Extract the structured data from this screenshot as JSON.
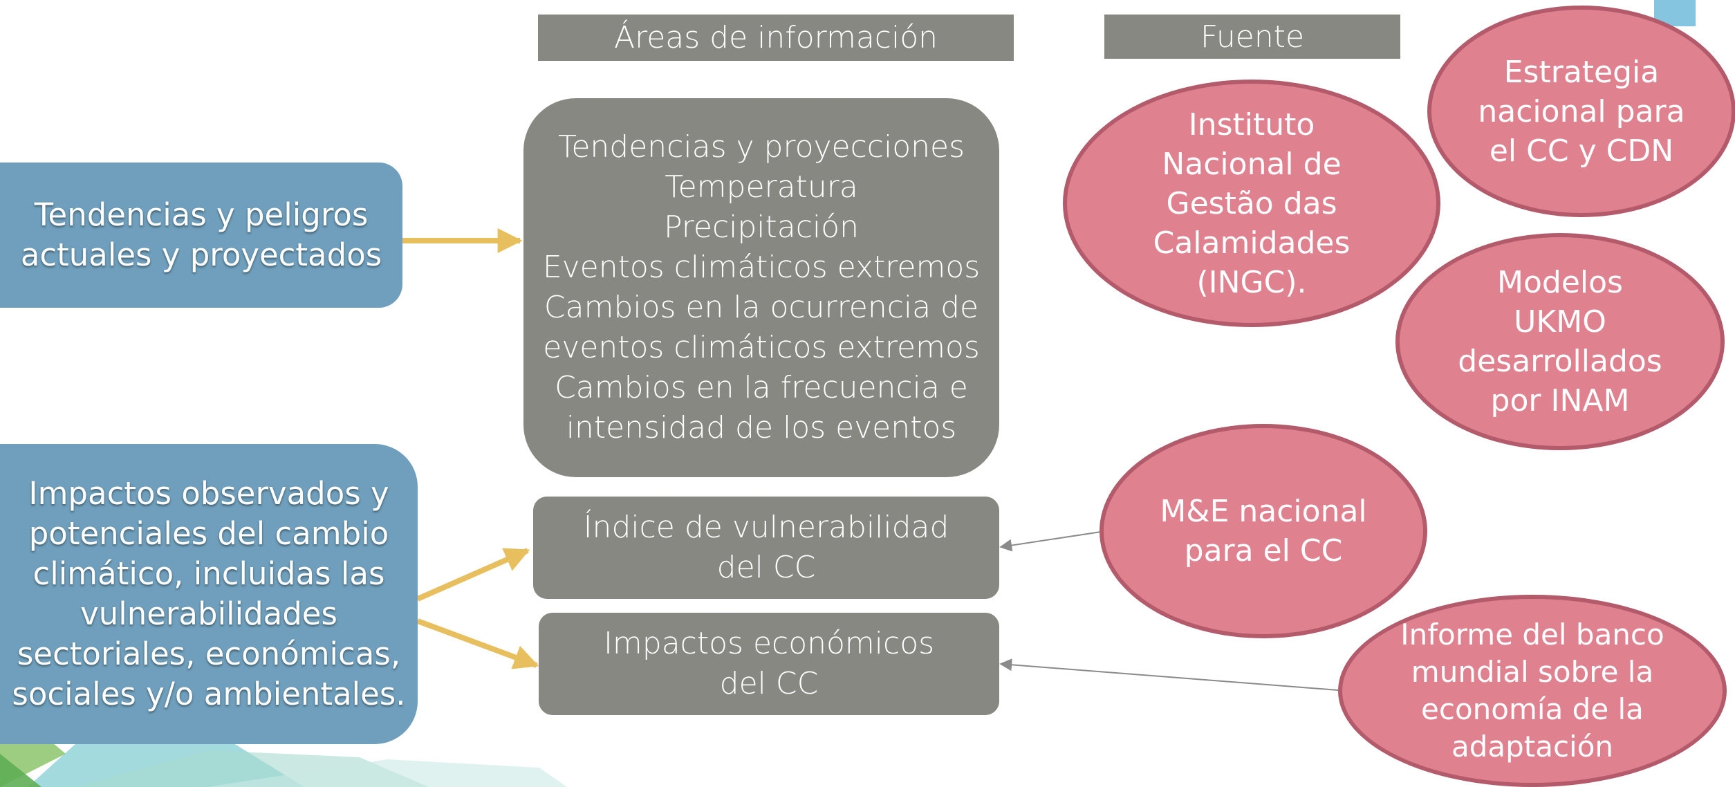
{
  "headers": {
    "areas": "Áreas de información",
    "source": "Fuente"
  },
  "left": {
    "box1": [
      "Tendencias y peligros",
      "actuales y proyectados"
    ],
    "box2": [
      "Impactos observados y",
      "potenciales del cambio",
      "climático, incluidas las",
      "vulnerabilidades",
      "sectoriales, económicas,",
      "sociales y/o ambientales."
    ]
  },
  "areas": {
    "trends": [
      "Tendencias y proyecciones",
      "Temperatura",
      "Precipitación",
      "Eventos climáticos extremos",
      "Cambios en la ocurrencia de",
      "eventos climáticos extremos",
      "Cambios en la frecuencia e",
      "intensidad de los eventos"
    ],
    "vulnerability": [
      "Índice de vulnerabilidad",
      "del CC"
    ],
    "economic": [
      "Impactos económicos",
      "del CC"
    ]
  },
  "sources": {
    "ingc": [
      "Instituto",
      "Nacional de",
      "Gestão das",
      "Calamidades",
      "(INGC)."
    ],
    "strategy": [
      "Estrategia",
      "nacional para",
      "el CC y CDN"
    ],
    "ukmo": [
      "Modelos",
      "UKMO",
      "desarrollados",
      "por INAM"
    ],
    "me": [
      "M&E nacional",
      "para el CC"
    ],
    "worldbank": [
      "Informe del banco",
      "mundial sobre la",
      "economía de la",
      "adaptación"
    ]
  },
  "colors": {
    "gray_box": "#888883",
    "blue_box": "#6f9fbc",
    "pink_ellipse": "#e08190",
    "ellipse_border": "#b35a6b",
    "arrow_yellow": "#e7bf5f",
    "arrow_gray": "#8a8a8a"
  }
}
